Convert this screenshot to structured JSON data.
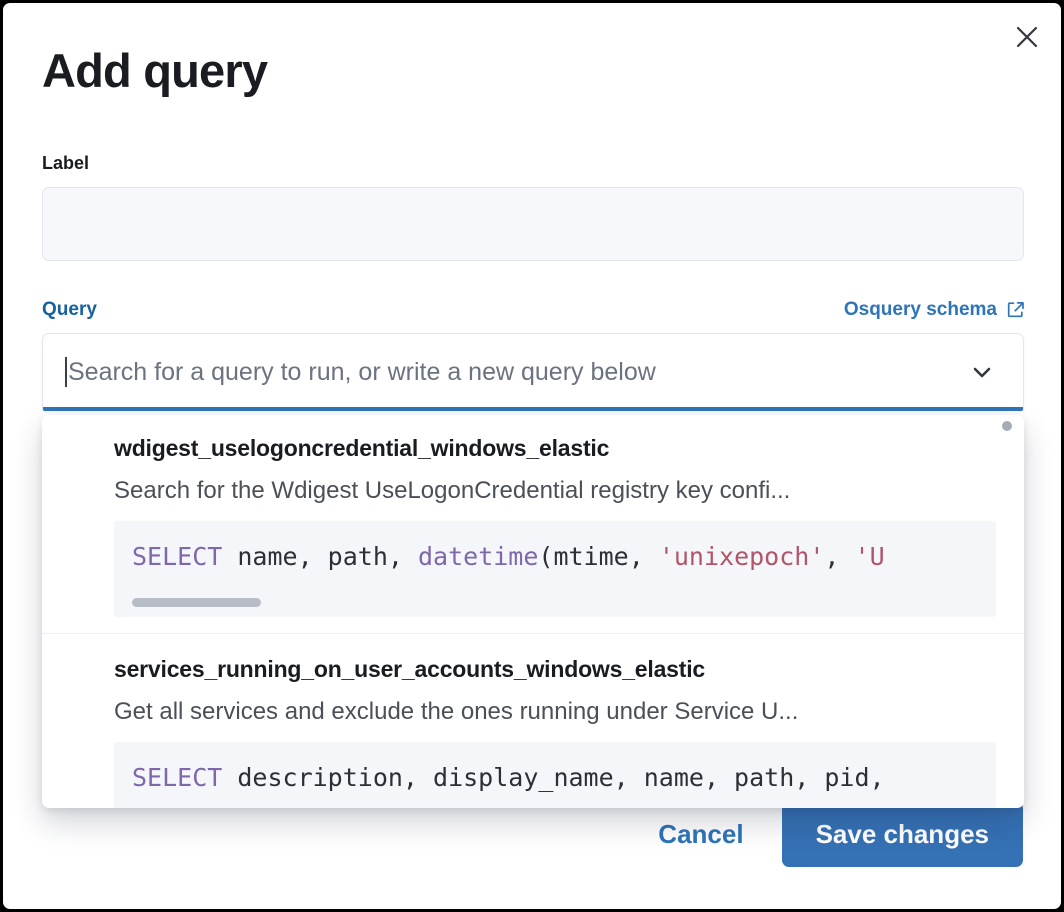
{
  "modal": {
    "title": "Add query",
    "close_icon": "close-icon"
  },
  "label_field": {
    "label": "Label",
    "value": "",
    "placeholder": ""
  },
  "query_field": {
    "label": "Query",
    "schema_link": {
      "text": "Osquery schema",
      "icon": "external-link-icon"
    },
    "combo": {
      "value": "",
      "placeholder": "Search for a query to run, or write a new query below",
      "chevron_icon": "chevron-down-icon"
    }
  },
  "dropdown": {
    "options": [
      {
        "title": "wdigest_uselogoncredential_windows_elastic",
        "description": "Search for the Wdigest UseLogonCredential registry key confi...",
        "code_parts": [
          {
            "text": "SELECT",
            "type": "keyword"
          },
          {
            "text": " name, path, ",
            "type": "plain"
          },
          {
            "text": "datetime",
            "type": "keyword"
          },
          {
            "text": "(mtime, ",
            "type": "plain"
          },
          {
            "text": "'unixepoch'",
            "type": "string"
          },
          {
            "text": ", ",
            "type": "plain"
          },
          {
            "text": "'U",
            "type": "string"
          }
        ],
        "has_code_scrollbar": true
      },
      {
        "title": "services_running_on_user_accounts_windows_elastic",
        "description": "Get all services and exclude the ones running under Service U...",
        "code_parts": [
          {
            "text": "SELECT",
            "type": "keyword"
          },
          {
            "text": " description, display_name, name, path, pid,",
            "type": "plain"
          }
        ],
        "has_code_scrollbar": false
      }
    ]
  },
  "footer": {
    "cancel_label": "Cancel",
    "save_label": "Save changes"
  },
  "colors": {
    "accent_blue": "#2e74b8",
    "save_button": "#3571b5",
    "keyword_purple": "#7f67ab",
    "string_rose": "#b0556a",
    "input_bg": "#f7f8fc",
    "code_bg": "#f5f6fa"
  }
}
